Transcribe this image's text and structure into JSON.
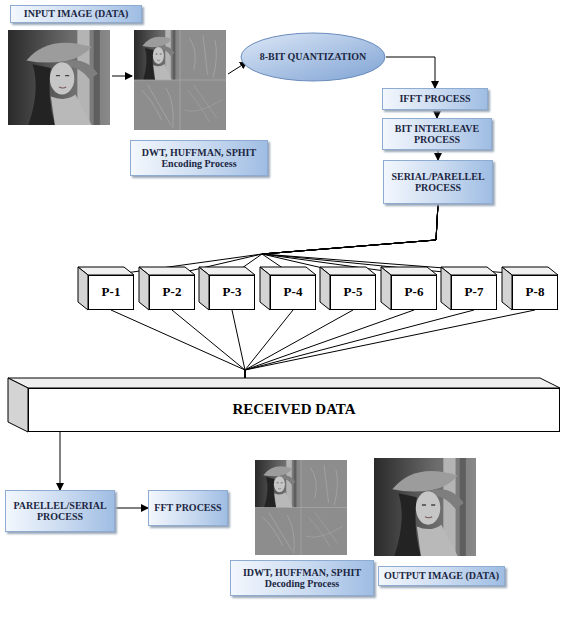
{
  "diagram": {
    "nodes": [
      {
        "text": [
          "INPUT IMAGE (DATA)"
        ]
      },
      {
        "text": [
          "DWT, HUFFMAN, SPHIT Encoding Process"
        ]
      },
      {
        "text": [
          "8-BIT QUANTIZATION"
        ]
      },
      {
        "text": [
          "IFFT PROCESS"
        ]
      },
      {
        "text": [
          "BIT INTERLEAVE PROCESS"
        ]
      },
      {
        "text": [
          "SERIAL/PARELLEL PROCESS"
        ]
      },
      {
        "text": [
          "P-1"
        ]
      },
      {
        "text": [
          "P-2"
        ]
      },
      {
        "text": [
          "P-3"
        ]
      },
      {
        "text": [
          "P-4"
        ]
      },
      {
        "text": [
          "P-5"
        ]
      },
      {
        "text": [
          "P-6"
        ]
      },
      {
        "text": [
          "P-7"
        ]
      },
      {
        "text": [
          "P-8"
        ]
      },
      {
        "text": [
          "RECEIVED DATA"
        ]
      },
      {
        "text": [
          "PARELLEL/SERIAL PROCESS"
        ]
      },
      {
        "text": [
          "FFT PROCESS"
        ]
      },
      {
        "text": [
          "IDWT, HUFFMAN, SPHIT Decoding Process"
        ]
      },
      {
        "text": [
          "OUTPUT IMAGE (DATA)"
        ]
      }
    ],
    "edges": [
      {
        "from": 2,
        "to": 3,
        "arrow": "to"
      },
      {
        "from": 3,
        "to": 4,
        "arrow": "to"
      },
      {
        "from": 4,
        "to": 5,
        "arrow": "to"
      },
      {
        "from": 5,
        "to": 6,
        "arrow": "to"
      },
      {
        "from": 5,
        "to": 7,
        "arrow": "to"
      },
      {
        "from": 5,
        "to": 8,
        "arrow": "to"
      },
      {
        "from": 5,
        "to": 9,
        "arrow": "to"
      },
      {
        "from": 5,
        "to": 10,
        "arrow": "to"
      },
      {
        "from": 5,
        "to": 11,
        "arrow": "to"
      },
      {
        "from": 5,
        "to": 12,
        "arrow": "to"
      },
      {
        "from": 5,
        "to": 13,
        "arrow": "to"
      },
      {
        "from": 6,
        "to": 14,
        "arrow": "to"
      },
      {
        "from": 7,
        "to": 14,
        "arrow": "to"
      },
      {
        "from": 8,
        "to": 14,
        "arrow": "to"
      },
      {
        "from": 9,
        "to": 14,
        "arrow": "to"
      },
      {
        "from": 10,
        "to": 14,
        "arrow": "to"
      },
      {
        "from": 11,
        "to": 14,
        "arrow": "to"
      },
      {
        "from": 12,
        "to": 14,
        "arrow": "to"
      },
      {
        "from": 13,
        "to": 14,
        "arrow": "to"
      },
      {
        "from": 14,
        "to": 15,
        "arrow": "to"
      },
      {
        "from": 15,
        "to": 16,
        "arrow": "to"
      }
    ]
  }
}
